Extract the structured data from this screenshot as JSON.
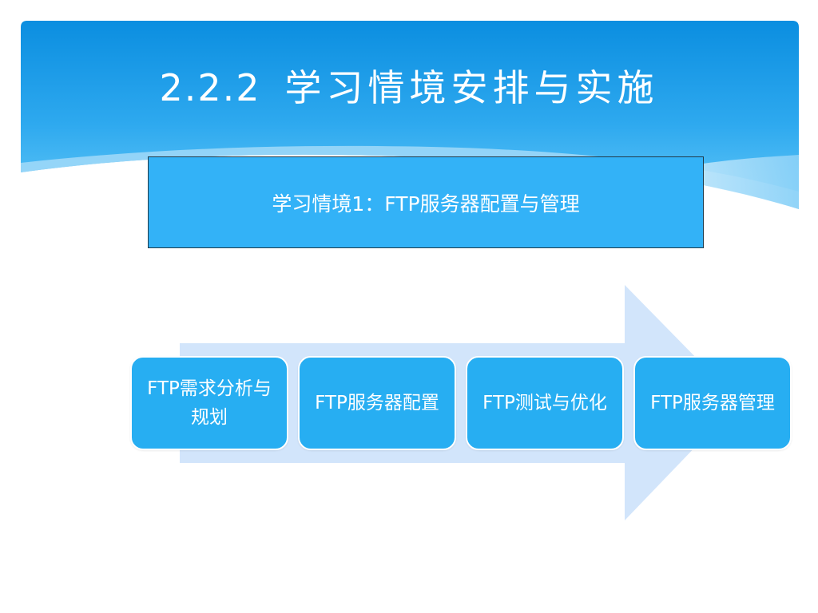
{
  "slide": {
    "title_number": "2.2.2",
    "title_text": "学习情境安排与实施",
    "context_label": "学习情境1：FTP服务器配置与管理",
    "steps": [
      {
        "label": "FTP需求分析与规划"
      },
      {
        "label": "FTP服务器配置"
      },
      {
        "label": "FTP测试与优化"
      },
      {
        "label": "FTP服务器管理"
      }
    ]
  },
  "colors": {
    "header_top": "#0d8fe0",
    "header_bottom": "#5cc6f7",
    "box_fill": "#33b2f7",
    "step_fill": "#27aef2",
    "arrow_fill": "#d2e5fb"
  }
}
